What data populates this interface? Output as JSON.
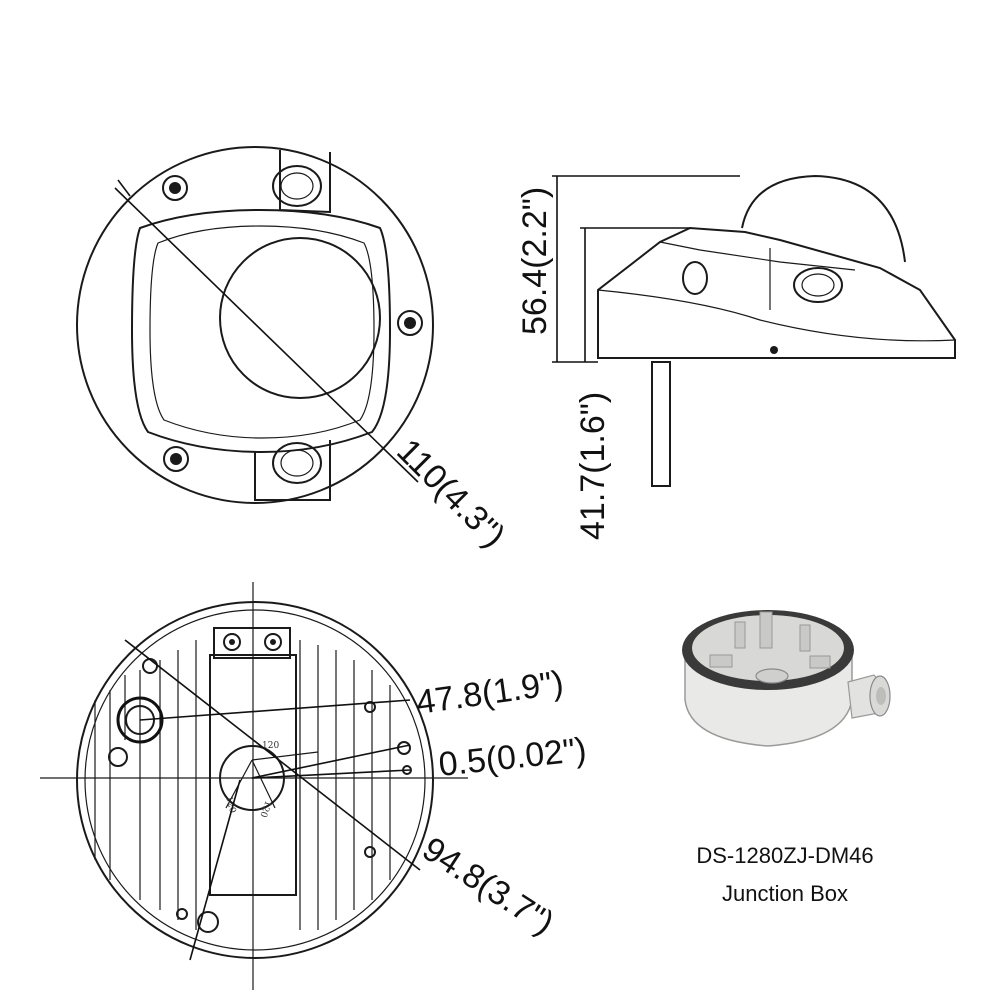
{
  "dimensions": {
    "top_view_diameter": "110(4.3\")",
    "side_total_height": "56.4(2.2\")",
    "side_base_height": "41.7(1.6\")",
    "bottom_hole_spacing": "47.8(1.9\")",
    "bottom_offset": "0.5(0.02\")",
    "bottom_diameter": "94.8(3.7\")"
  },
  "angle_labels": [
    "120",
    "120",
    "120"
  ],
  "product": {
    "model": "DS-1280ZJ-DM46",
    "name": "Junction Box"
  },
  "colors": {
    "line": "#1a1a1a",
    "background": "#ffffff",
    "photo_body": "#e9e9e7",
    "photo_rim": "#3a3a3a"
  }
}
